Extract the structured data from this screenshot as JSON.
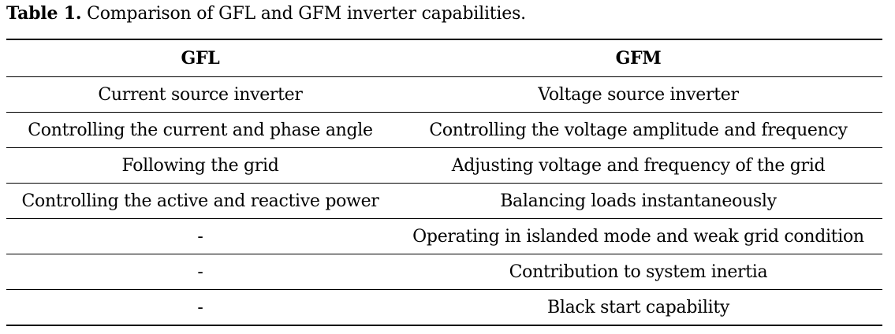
{
  "caption": {
    "label": "Table 1.",
    "text": "Comparison of GFL and GFM inverter capabilities."
  },
  "table": {
    "headers": [
      "GFL",
      "GFM"
    ],
    "rows": [
      [
        "Current source inverter",
        "Voltage source inverter"
      ],
      [
        "Controlling the current and phase angle",
        "Controlling the voltage amplitude and frequency"
      ],
      [
        "Following the grid",
        "Adjusting voltage and frequency of the grid"
      ],
      [
        "Controlling the active and reactive power",
        "Balancing loads instantaneously"
      ],
      [
        "-",
        "Operating in islanded mode and weak grid condition"
      ],
      [
        "-",
        "Contribution to system inertia"
      ],
      [
        "-",
        "Black start capability"
      ]
    ]
  }
}
